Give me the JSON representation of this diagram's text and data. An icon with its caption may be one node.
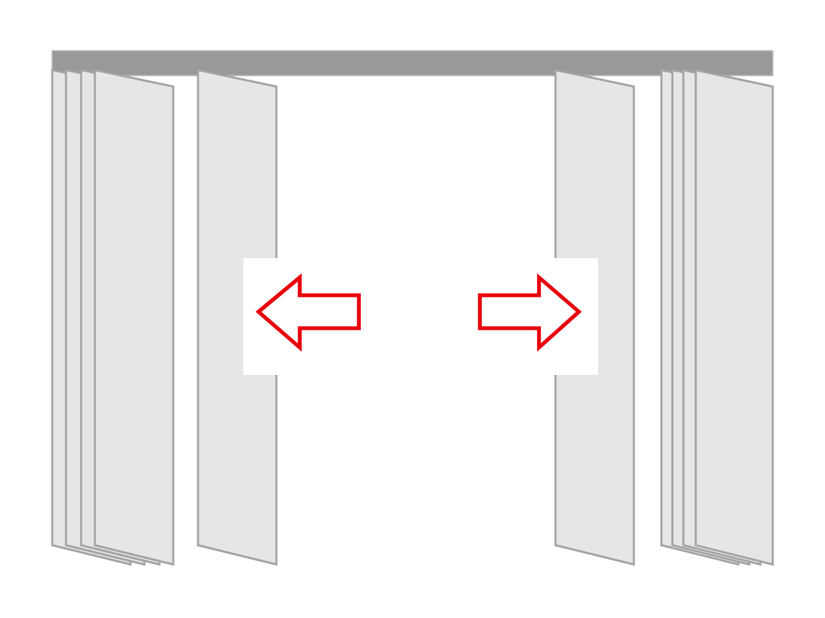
{
  "diagram": {
    "nodes": [
      {
        "text": [],
        "shape": "bar"
      },
      {
        "text": [],
        "shape": "parallelogram"
      },
      {
        "text": [],
        "shape": "parallelogram"
      },
      {
        "text": [],
        "shape": "parallelogram"
      },
      {
        "text": [],
        "shape": "parallelogram"
      },
      {
        "text": [],
        "shape": "parallelogram"
      },
      {
        "text": [],
        "shape": "parallelogram"
      },
      {
        "text": [],
        "shape": "parallelogram"
      },
      {
        "text": [],
        "shape": "parallelogram"
      },
      {
        "text": [],
        "shape": "parallelogram"
      },
      {
        "text": [],
        "shape": "parallelogram"
      }
    ]
  }
}
